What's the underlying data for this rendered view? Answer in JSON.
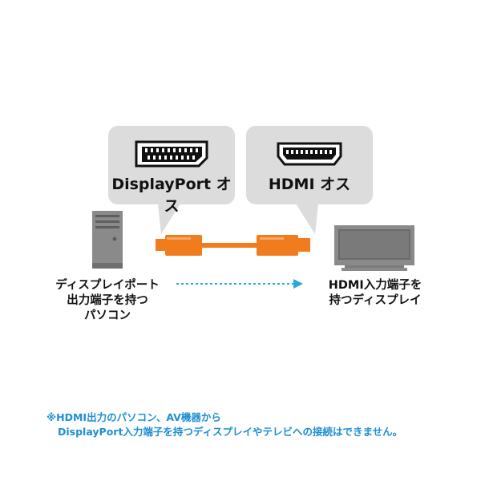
{
  "connectors": {
    "left": {
      "label": "DisplayPort オス",
      "icon": "displayport-connector-icon"
    },
    "right": {
      "label": "HDMI オス",
      "icon": "hdmi-connector-icon"
    }
  },
  "devices": {
    "source": {
      "icon": "desktop-pc-icon",
      "lines": [
        "ディスプレイポート",
        "出力端子を持つ",
        "パソコン"
      ]
    },
    "target": {
      "icon": "tv-display-icon",
      "lines": [
        "HDMI入力端子を",
        "持つディスプレイ"
      ]
    }
  },
  "signal_arrow": {
    "icon": "dotted-arrow-right-icon",
    "color": "#29a8e0"
  },
  "cable": {
    "icon": "orange-cable-icon",
    "color": "#f07c1e"
  },
  "note": {
    "line1": "※HDMI出力のパソコン、AV機器から",
    "line2": "DisplayPort入力端子を持つディスプレイやテレビへの接続はできません。",
    "color": "#1f8fd1"
  }
}
